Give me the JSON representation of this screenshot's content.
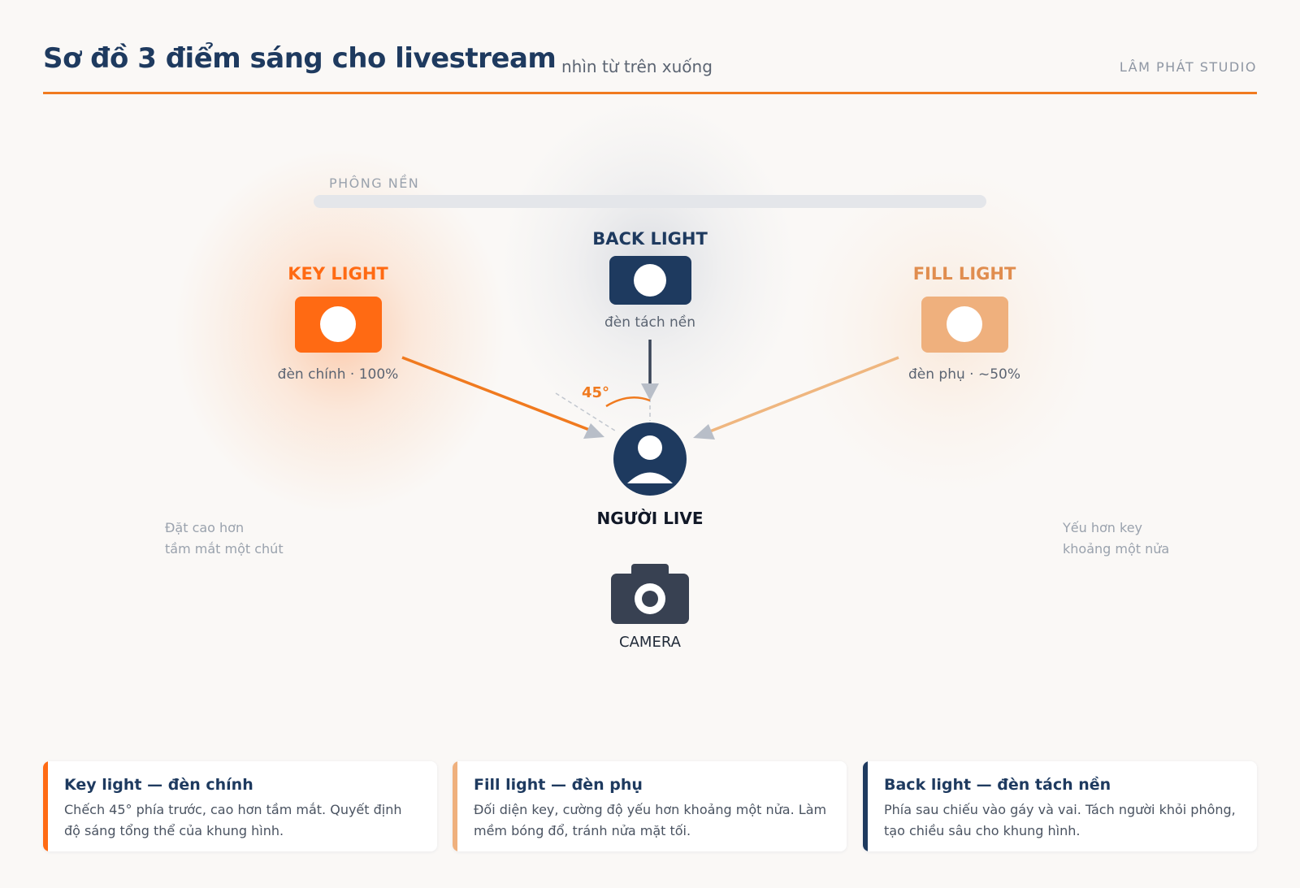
{
  "header": {
    "title": "Sơ đồ 3 điểm sáng cho livestream",
    "subtitle": "nhìn từ trên xuống",
    "brand": "LÂM PHÁT STUDIO",
    "accent_color": "#f07a1f"
  },
  "diagram": {
    "backdrop_label": "PHÔNG NỀN",
    "key_light": {
      "title": "KEY LIGHT",
      "caption": "đèn chính · 100%",
      "color": "#ff6a13"
    },
    "back_light": {
      "title": "BACK LIGHT",
      "caption": "đèn tách nền",
      "color": "#1e3a5f"
    },
    "fill_light": {
      "title": "FILL LIGHT",
      "caption": "đèn phụ · ~50%",
      "color": "#efb07d"
    },
    "subject": {
      "label": "NGƯỜI LIVE",
      "icon": "person-icon"
    },
    "camera": {
      "label": "CAMERA",
      "icon": "camera-icon"
    },
    "angle_label": "45°",
    "note_left": [
      "Đặt cao hơn",
      "tầm mắt một chút"
    ],
    "note_right": [
      "Yếu hơn key",
      "khoảng một nửa"
    ]
  },
  "cards": [
    {
      "title": "Key light — đèn chính",
      "desc": "Chếch 45° phía trước, cao hơn tầm mắt. Quyết định độ sáng tổng thể của khung hình.",
      "color": "#ff6a13"
    },
    {
      "title": "Fill light — đèn phụ",
      "desc": "Đối diện key, cường độ yếu hơn khoảng một nửa. Làm mềm bóng đổ, tránh nửa mặt tối.",
      "color": "#efb07d"
    },
    {
      "title": "Back light — đèn tách nền",
      "desc": "Phía sau chiếu vào gáy và vai. Tách người khỏi phông, tạo chiều sâu cho khung hình.",
      "color": "#1e3a5f"
    }
  ]
}
